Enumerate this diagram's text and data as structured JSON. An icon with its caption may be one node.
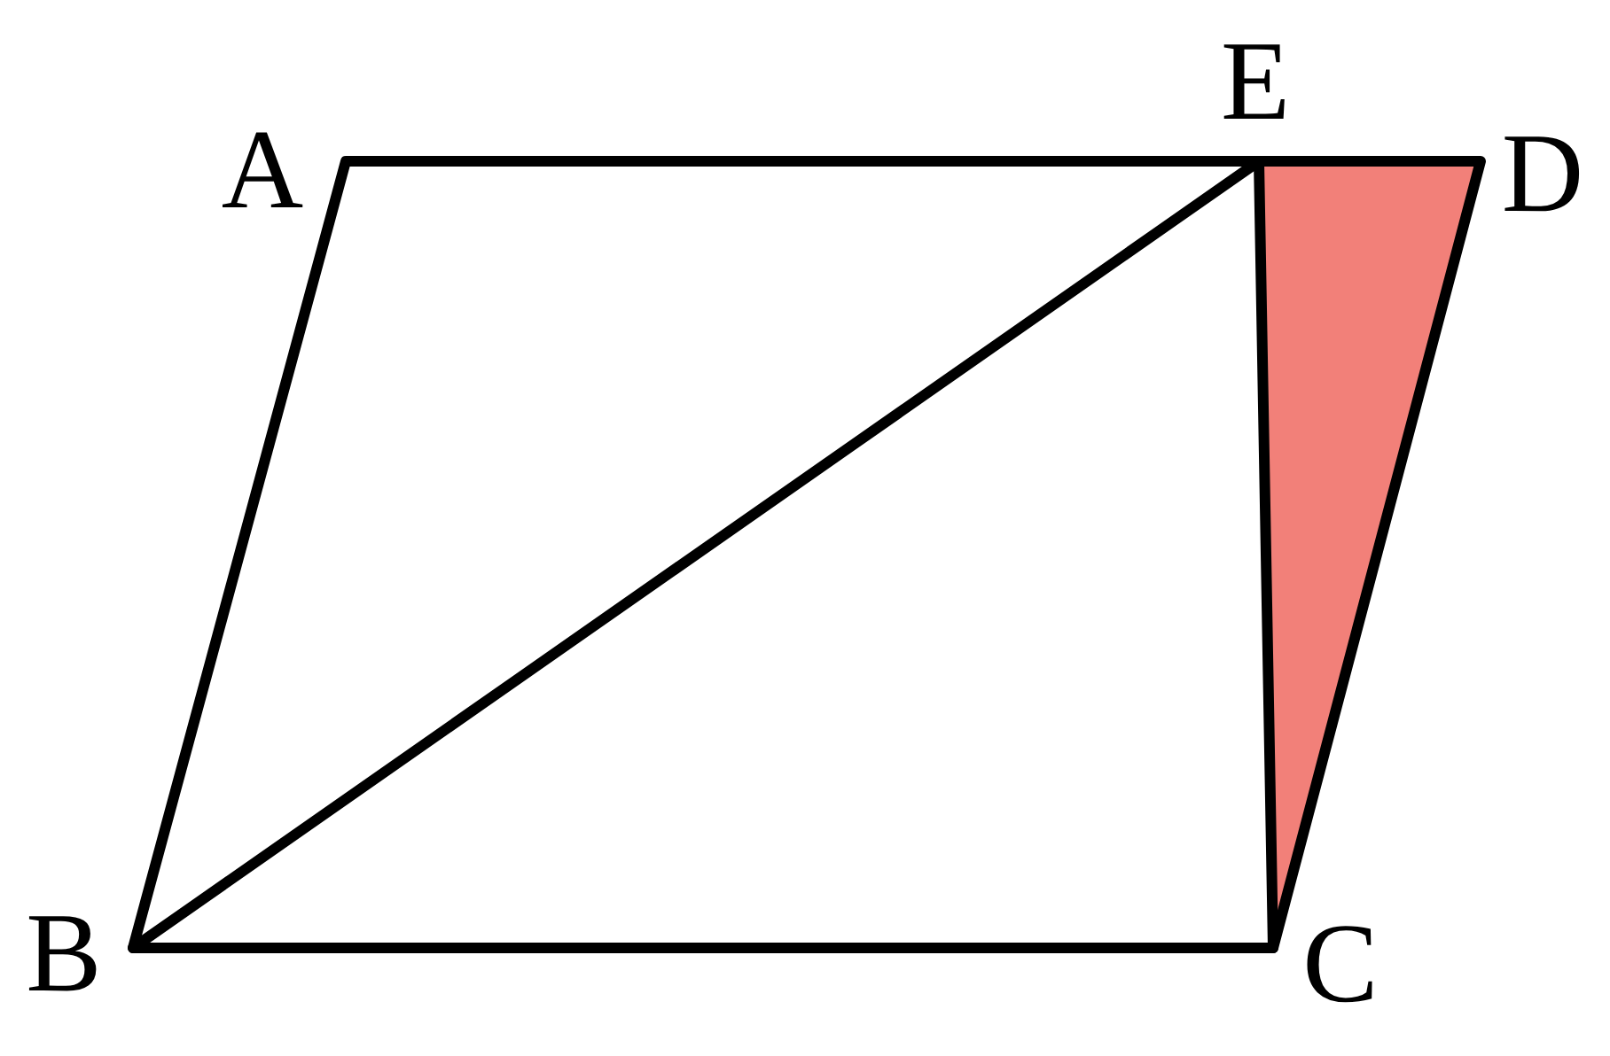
{
  "diagram": {
    "labels": [
      "A",
      "E",
      "D",
      "B",
      "C"
    ]
  }
}
